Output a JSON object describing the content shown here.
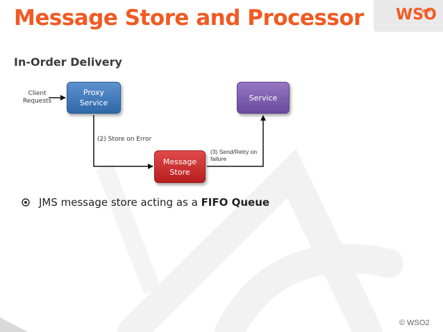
{
  "header": {
    "title": "Message Store and Processor",
    "logo": {
      "text": "WSO",
      "sub": "2"
    }
  },
  "subtitle": "In-Order Delivery",
  "diagram": {
    "client_requests": [
      "Client",
      "Requests"
    ],
    "proxy_service": [
      "Proxy",
      "Service"
    ],
    "service": "Service",
    "message_store": [
      "Message",
      "Store"
    ],
    "store_on_error": "(2) Store on Error",
    "send_retry": [
      "(3) Send/Retry on",
      "failure"
    ]
  },
  "bullet": {
    "icon": "circled-dot-icon",
    "text_prefix": "JMS message store acting as a ",
    "text_bold": "FIFO Queue"
  },
  "footer": {
    "copyright": "© WSO2"
  },
  "colors": {
    "accent": "#f15a22",
    "proxy": "#3f78b9",
    "service": "#7c5bb0",
    "store": "#cc2e2e"
  }
}
